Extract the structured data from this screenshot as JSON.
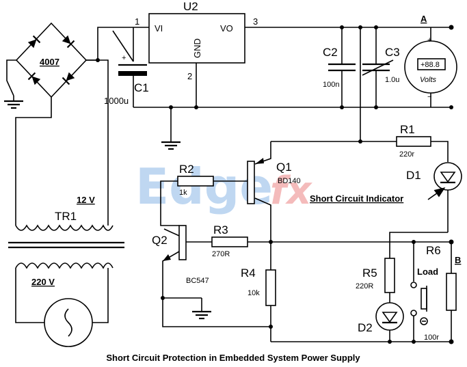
{
  "regulator": {
    "ref": "U2",
    "pin_vi": "VI",
    "pin_vo": "VO",
    "pin_gnd": "GND",
    "pin1": "1",
    "pin2": "2",
    "pin3": "3"
  },
  "bridge": {
    "label": "4007"
  },
  "c1": {
    "ref": "C1",
    "value": "1000u"
  },
  "c2": {
    "ref": "C2",
    "value": "100n"
  },
  "c3": {
    "ref": "C3",
    "value": "1.0u"
  },
  "voltmeter": {
    "reading": "+88.8",
    "unit": "Volts",
    "plus": "+",
    "minus": "−"
  },
  "terminal_a": "A",
  "terminal_b": "B",
  "transformer": {
    "ref": "TR1",
    "secondary": "12 V",
    "primary": "220 V"
  },
  "q1": {
    "ref": "Q1",
    "part": "BD140"
  },
  "q2": {
    "ref": "Q2",
    "part": "BC547"
  },
  "r1": {
    "ref": "R1",
    "value": "220r"
  },
  "r2": {
    "ref": "R2",
    "value": "1k"
  },
  "r3": {
    "ref": "R3",
    "value": "270R"
  },
  "r4": {
    "ref": "R4",
    "value": "10k"
  },
  "r5": {
    "ref": "R5",
    "value": "220R"
  },
  "r6": {
    "ref": "R6",
    "value": "100r"
  },
  "d1": {
    "ref": "D1"
  },
  "d2": {
    "ref": "D2"
  },
  "indicator_label": "Short Circuit Indicator",
  "load_label": "Load",
  "watermark": {
    "main": "Edge",
    "suffix": "fx"
  },
  "caption": "Short Circuit Protection in Embedded System Power Supply",
  "colors": {
    "watermark_blue": "#4a90d9",
    "watermark_red": "#e04040"
  }
}
